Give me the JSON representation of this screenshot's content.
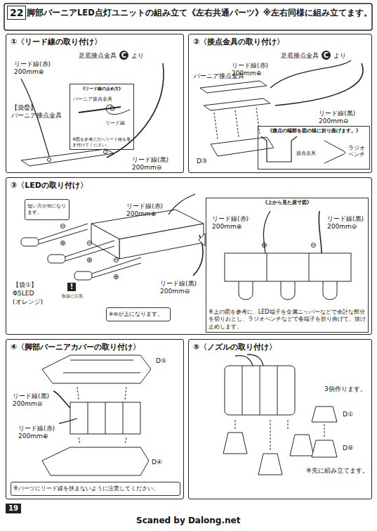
{
  "diagram": {
    "title": "脚部バーニアLED点灯ユニットの組み立て《左右共通パーツ》※左右同様に組み立てます。",
    "nodes": [
      {
        "text": [
          "①〈リード線の取り付け〉"
        ]
      },
      {
        "text": [
          "《リード線の止め方》",
          "※図を参考に穴へリード線を巻き付けてください。"
        ],
        "in": 0
      },
      {
        "text": [
          "②〈接点金具の取り付け〉"
        ]
      },
      {
        "text": [
          "《接点の端部を図の様に折り曲げます。》"
        ],
        "in": 2
      },
      {
        "text": [
          "③〈LEDの取り付け〉"
        ]
      },
      {
        "text": [
          "短い方が⊖になります。"
        ],
        "in": 4
      },
      {
        "text": [
          "※⊖が上になります。"
        ],
        "in": 4
      },
      {
        "text": [
          "《上から見た原寸図》",
          "※上の図を参考に、LED端子を金属ニッパーなどで余計な部分を切りおとし、ラジオペンチなどで各端子を折り曲げて、抜け止めします。"
        ],
        "in": 4
      },
      {
        "text": [
          "④〈脚部バーニアカバーの取り付け〉"
        ]
      },
      {
        "text": [
          "※パーツにリード線を挟まないように注意してください。"
        ],
        "in": 8
      },
      {
        "text": [
          "⑤〈ノズルの取り付け〉"
        ]
      }
    ],
    "labels": [
      "22",
      "リード線(赤)",
      "200mm⊕",
      "足底接点金具",
      "C",
      "より",
      "【袋⑫】",
      "バーニア接点金具",
      "リード線(黒)",
      "200mm⊖",
      "バーニア接点金具",
      "リード線",
      "足底接点金具",
      "C",
      "より",
      "リード線(赤)",
      "200mm⊕",
      "バーニア接点金具",
      "リード線(黒)",
      "200mm⊖",
      "D③",
      "接点金具",
      "ラジオペンチ",
      "リード線(赤)",
      "200mm⊕",
      "リード線(黒)",
      "200mm⊖",
      "【袋①】",
      "Φ5LED",
      "(オレンジ)",
      "!",
      "取扱に注意。",
      "⊖",
      "⊕",
      "⊖",
      "⊕",
      "⊖",
      "⊕",
      "リード線(赤)",
      "200mm⊕",
      "リード線(黒)",
      "200mm⊖",
      "⊕",
      "⊖",
      "D⑤",
      "リード線(黒)",
      "200mm⊖",
      "リード線(赤)",
      "200mm⊕",
      "D④",
      "3個作ります。",
      "D①",
      "D⑨",
      "※先に組み立てます。",
      "19",
      "Scaned by Dalong.net"
    ]
  }
}
